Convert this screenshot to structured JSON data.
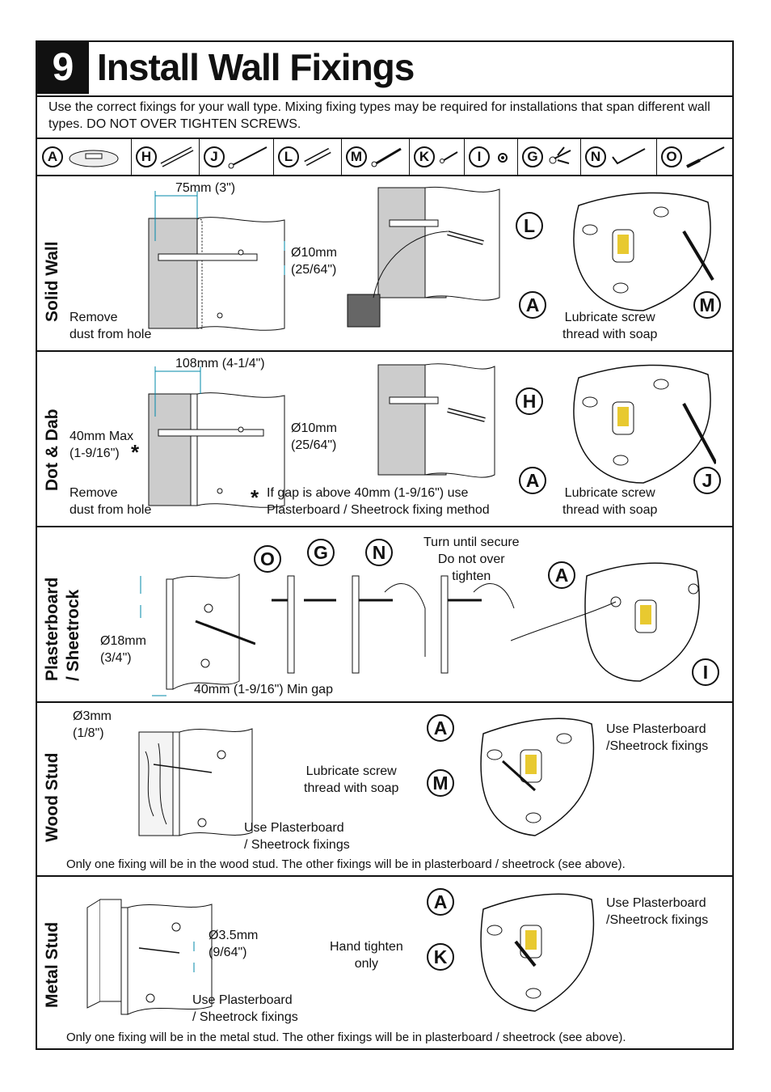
{
  "step": {
    "number": "9",
    "title": "Install Wall Fixings"
  },
  "intro": "Use the correct fixings for your wall type. Mixing fixing types may be required for installations that span different wall types. DO NOT OVER TIGHTEN SCREWS.",
  "parts": [
    {
      "letter": "A",
      "icon": "wall-plate-icon"
    },
    {
      "letter": "H",
      "icon": "long-plug-icon"
    },
    {
      "letter": "J",
      "icon": "long-screw-icon"
    },
    {
      "letter": "L",
      "icon": "wall-plug-icon"
    },
    {
      "letter": "M",
      "icon": "screw-icon"
    },
    {
      "letter": "K",
      "icon": "short-screw-icon"
    },
    {
      "letter": "I",
      "icon": "washer-icon"
    },
    {
      "letter": "G",
      "icon": "toggle-anchor-icon"
    },
    {
      "letter": "N",
      "icon": "hex-key-icon"
    },
    {
      "letter": "O",
      "icon": "drill-bit-icon"
    }
  ],
  "sections": {
    "solid": {
      "label": "Solid Wall",
      "depth": "75mm (3\")",
      "dia": "Ø10mm\n(25/64\")",
      "dust": "Remove\ndust from hole",
      "lube": "Lubricate screw\nthread with soap",
      "callouts": [
        "L",
        "A",
        "M"
      ]
    },
    "dot": {
      "label": "Dot & Dab",
      "depth": "108mm (4-1/4\")",
      "max": "40mm Max\n(1-9/16\")",
      "star": "*",
      "dia": "Ø10mm\n(25/64\")",
      "dust": "Remove\ndust from hole",
      "gap": "If gap is above 40mm (1-9/16\") use\nPlasterboard / Sheetrock fixing method",
      "lube": "Lubricate screw\nthread with soap",
      "callouts": [
        "H",
        "A",
        "J"
      ]
    },
    "plaster": {
      "label": "Plasterboard\n/ Sheetrock",
      "dia": "Ø18mm\n(3/4\")",
      "gap": "40mm (1-9/16\") Min gap",
      "turn": "Turn until secure\nDo not over\ntighten",
      "callouts": [
        "O",
        "G",
        "N",
        "A",
        "I"
      ]
    },
    "wood": {
      "label": "Wood Stud",
      "dia": "Ø3mm\n(1/8\")",
      "lube": "Lubricate screw\nthread with soap",
      "use1": "Use Plasterboard\n/Sheetrock fixings",
      "use2": "Use Plasterboard\n/ Sheetrock fixings",
      "note": "Only one fixing will be in the wood stud. The other fixings will be in plasterboard / sheetrock (see above).",
      "callouts": [
        "A",
        "M"
      ]
    },
    "metal": {
      "label": "Metal Stud",
      "dia": "Ø3.5mm\n(9/64\")",
      "hand": "Hand tighten\nonly",
      "use1": "Use Plasterboard\n/Sheetrock fixings",
      "use2": "Use Plasterboard\n/ Sheetrock fixings",
      "note": "Only one fixing will be in the metal stud. The other fixings will be in plasterboard / sheetrock (see above).",
      "callouts": [
        "A",
        "K"
      ]
    }
  }
}
